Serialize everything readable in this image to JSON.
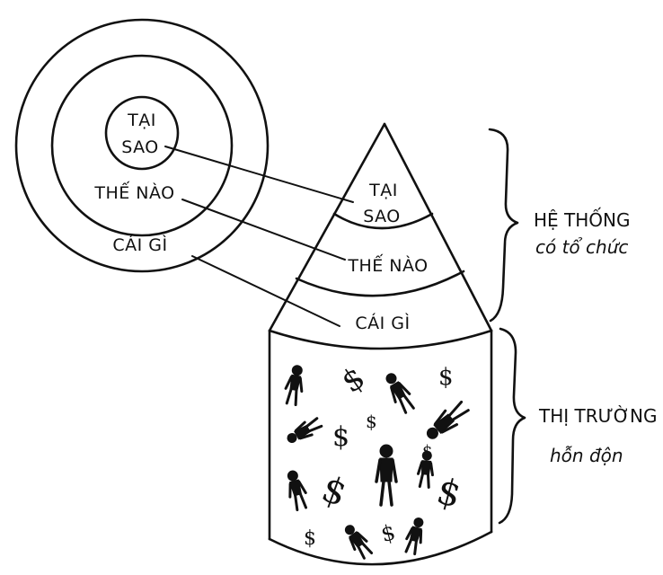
{
  "golden_circle": {
    "inner": "TẠI SAO",
    "inner_line1": "TẠI",
    "inner_line2": "SAO",
    "middle": "THẾ NÀO",
    "outer": "CÁI GÌ"
  },
  "cone": {
    "top_line1": "TẠI",
    "top_line2": "SAO",
    "middle": "THẾ NÀO",
    "bottom": "CÁI GÌ"
  },
  "braces": {
    "upper_line1": "HỆ THỐNG",
    "upper_line2": "có tổ chức",
    "lower_line1": "THỊ TRƯỜNG",
    "lower_line2": "hỗn độn"
  },
  "symbols": {
    "currency": "$"
  }
}
